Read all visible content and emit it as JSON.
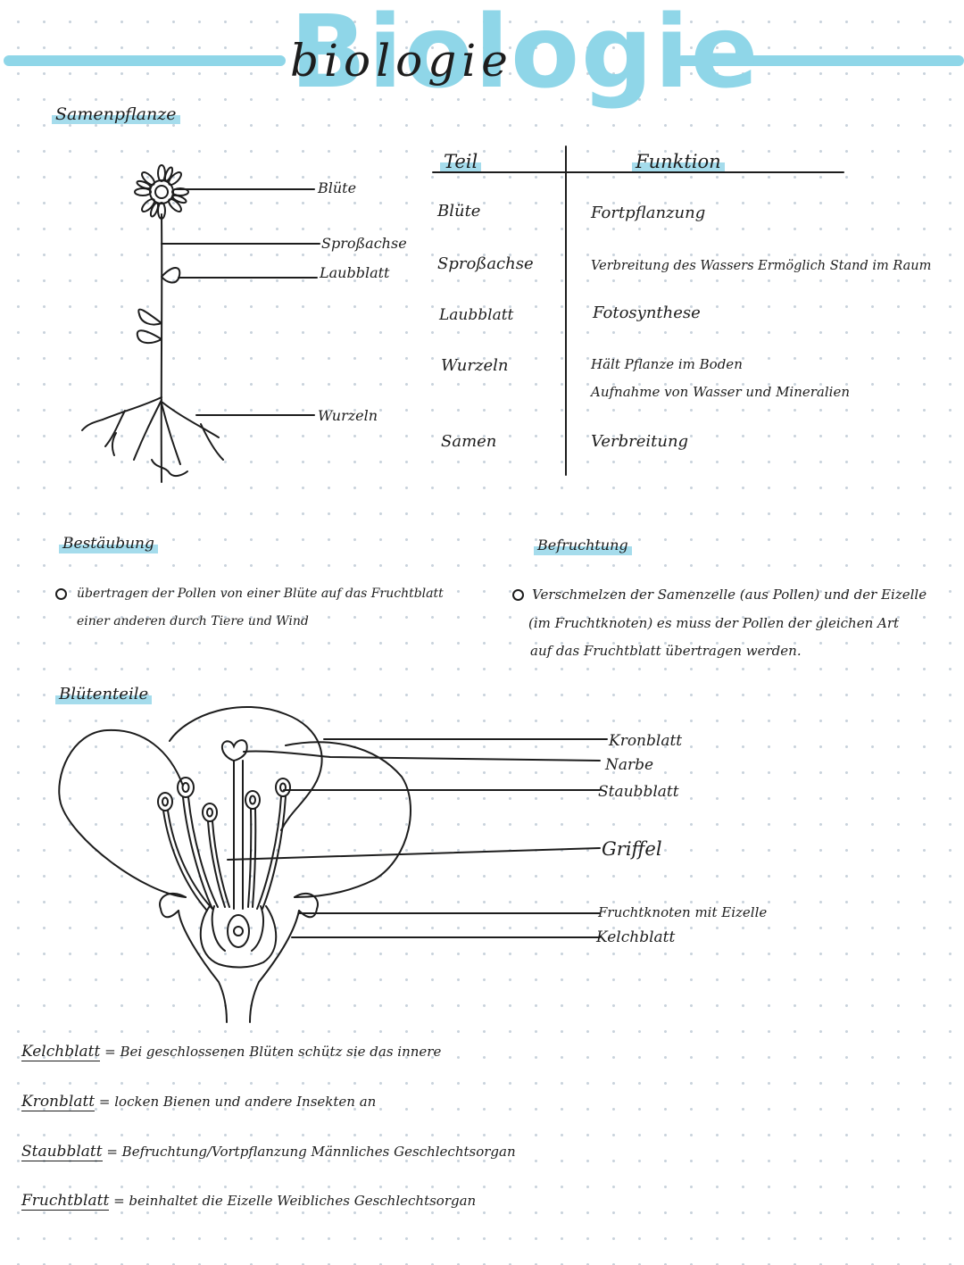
{
  "title": {
    "main": "Biologie",
    "script": "biologie"
  },
  "sections": {
    "samenpflanze": "Samenpflanze",
    "bestaeubung": "Bestäubung",
    "befruchtung": "Befruchtung",
    "bluetenteile": "Blütenteile"
  },
  "plant_labels": [
    "Blüte",
    "Sproßachse",
    "Laubblatt",
    "Wurzeln"
  ],
  "table": {
    "headers": [
      "Teil",
      "Funktion"
    ],
    "rows": [
      {
        "teil": "Blüte",
        "funktion": "Fortpflanzung",
        "funktion2": ""
      },
      {
        "teil": "Sproßachse",
        "funktion": "Verbreitung des Wassers Ermöglich Stand im Raum",
        "funktion2": ""
      },
      {
        "teil": "Laubblatt",
        "funktion": "Fotosynthese",
        "funktion2": ""
      },
      {
        "teil": "Wurzeln",
        "funktion": "Hält Pflanze im Boden",
        "funktion2": "Aufnahme von Wasser und Mineralien"
      },
      {
        "teil": "Samen",
        "funktion": "Verbreitung",
        "funktion2": ""
      }
    ]
  },
  "bestaeubung_text": [
    "übertragen der Pollen von einer Blüte auf das Fruchtblatt",
    "einer anderen durch Tiere und Wind"
  ],
  "befruchtung_text": [
    "Verschmelzen der Samenzelle (aus Pollen) und der Eizelle",
    "(im Fruchtknoten) es muss der Pollen der gleichen Art",
    "auf das Fruchtblatt übertragen werden."
  ],
  "flower_labels": [
    "Kronblatt",
    "Narbe",
    "Staubblatt",
    "Griffel",
    "Fruchtknoten mit Eizelle",
    "Kelchblatt"
  ],
  "definitions": [
    {
      "term": "Kelchblatt",
      "text": "Bei geschlossenen Blüten schütz sie das innere"
    },
    {
      "term": "Kronblatt",
      "text": "locken Bienen und andere Insekten an"
    },
    {
      "term": "Staubblatt",
      "text": "Befruchtung/Vortpflanzung  Männliches Geschlechtsorgan"
    },
    {
      "term": "Fruchtblatt",
      "text": "beinhaltet die Eizelle  Weibliches Geschlechtsorgan"
    }
  ],
  "colors": {
    "accent": "#8fd6e8",
    "highlight": "#a5dcec",
    "ink": "#1d1d1d",
    "dots": "#c9d3dc"
  }
}
